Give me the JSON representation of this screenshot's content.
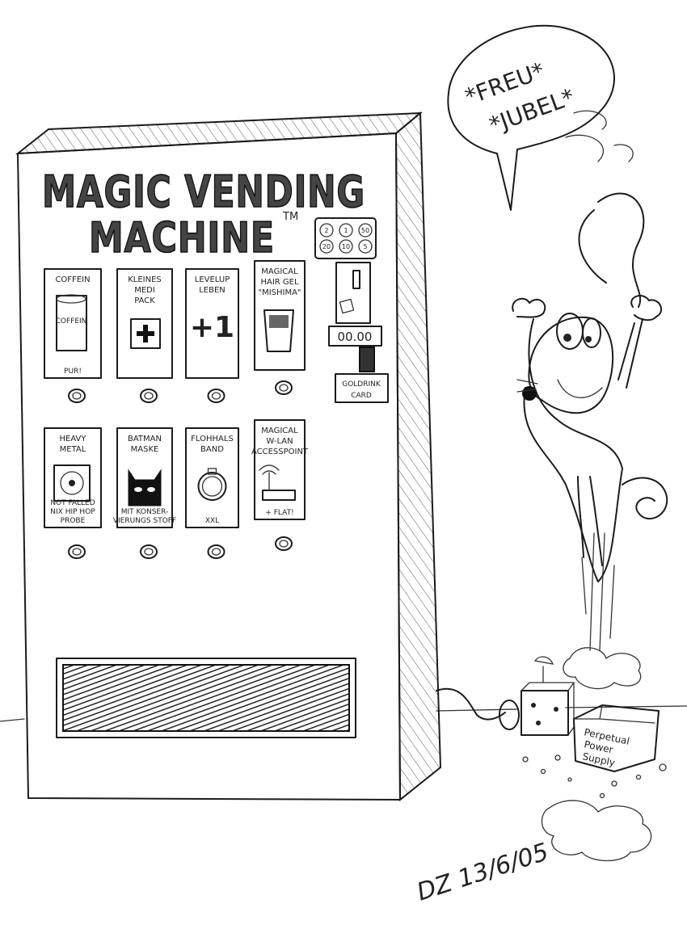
{
  "machine": {
    "title_line1": "MAGIC VENDING",
    "title_line2": "MACHINE",
    "trademark": "TM",
    "coins": [
      "2",
      "1",
      "50",
      "20",
      "10",
      "5"
    ],
    "display": "00.00",
    "card_label_1": "GOLDRINK",
    "card_label_2": "CARD"
  },
  "products": [
    {
      "label": [
        "COFFEIN"
      ],
      "can": "COFFEIN",
      "footer": [
        "PUR!"
      ]
    },
    {
      "label": [
        "KLEINES",
        "MEDI",
        "PACK"
      ],
      "footer": []
    },
    {
      "label": [
        "LEVELUP",
        "LEBEN"
      ],
      "big": "+1",
      "footer": []
    },
    {
      "label": [
        "MAGICAL",
        "HAIR GEL",
        "\"MISHIMA\""
      ],
      "footer": []
    },
    {
      "label": [
        "HEAVY",
        "METAL"
      ],
      "footer": [
        "NOT FALLED",
        "NIX HIP HOP",
        "PROBE"
      ]
    },
    {
      "label": [
        "BATMAN",
        "MASKE"
      ],
      "footer": [
        "MIT KONSER-",
        "VIERUNGS STOFF"
      ]
    },
    {
      "label": [
        "FLOHHALS",
        "BAND"
      ],
      "footer": [
        "XXL"
      ]
    },
    {
      "label": [
        "MAGICAL",
        "W-LAN",
        "ACCESSPOINT"
      ],
      "footer": [
        "+ FLAT!"
      ]
    }
  ],
  "speech": {
    "line1": "*FREU*",
    "line2": "*JUBEL*"
  },
  "power_box": {
    "line1": "Perpetual",
    "line2": "Power",
    "line3": "Supply"
  },
  "signature": "DZ 13/6/05"
}
